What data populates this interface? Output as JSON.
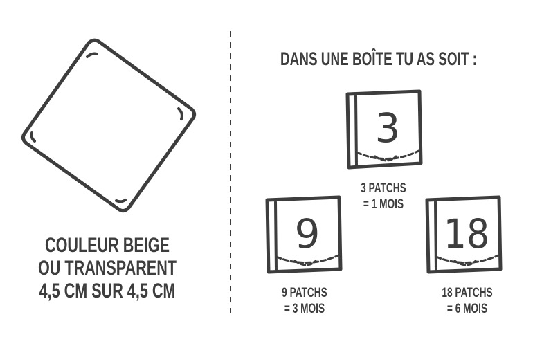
{
  "left": {
    "lines": [
      "COULEUR BEIGE",
      "OU TRANSPARENT",
      "4,5 CM SUR 4,5 CM"
    ]
  },
  "right": {
    "title": "DANS UNE BOÎTE TU AS SOIT :",
    "boxes": [
      {
        "number": "3",
        "line1": "3 PATCHS",
        "line2": "= 1 MOIS"
      },
      {
        "number": "9",
        "line1": "9 PATCHS",
        "line2": "= 3 MOIS"
      },
      {
        "number": "18",
        "line1": "18 PATCHS",
        "line2": "= 6 MOIS"
      }
    ]
  },
  "colors": {
    "ink": "#3d3d3d",
    "background": "#ffffff"
  }
}
